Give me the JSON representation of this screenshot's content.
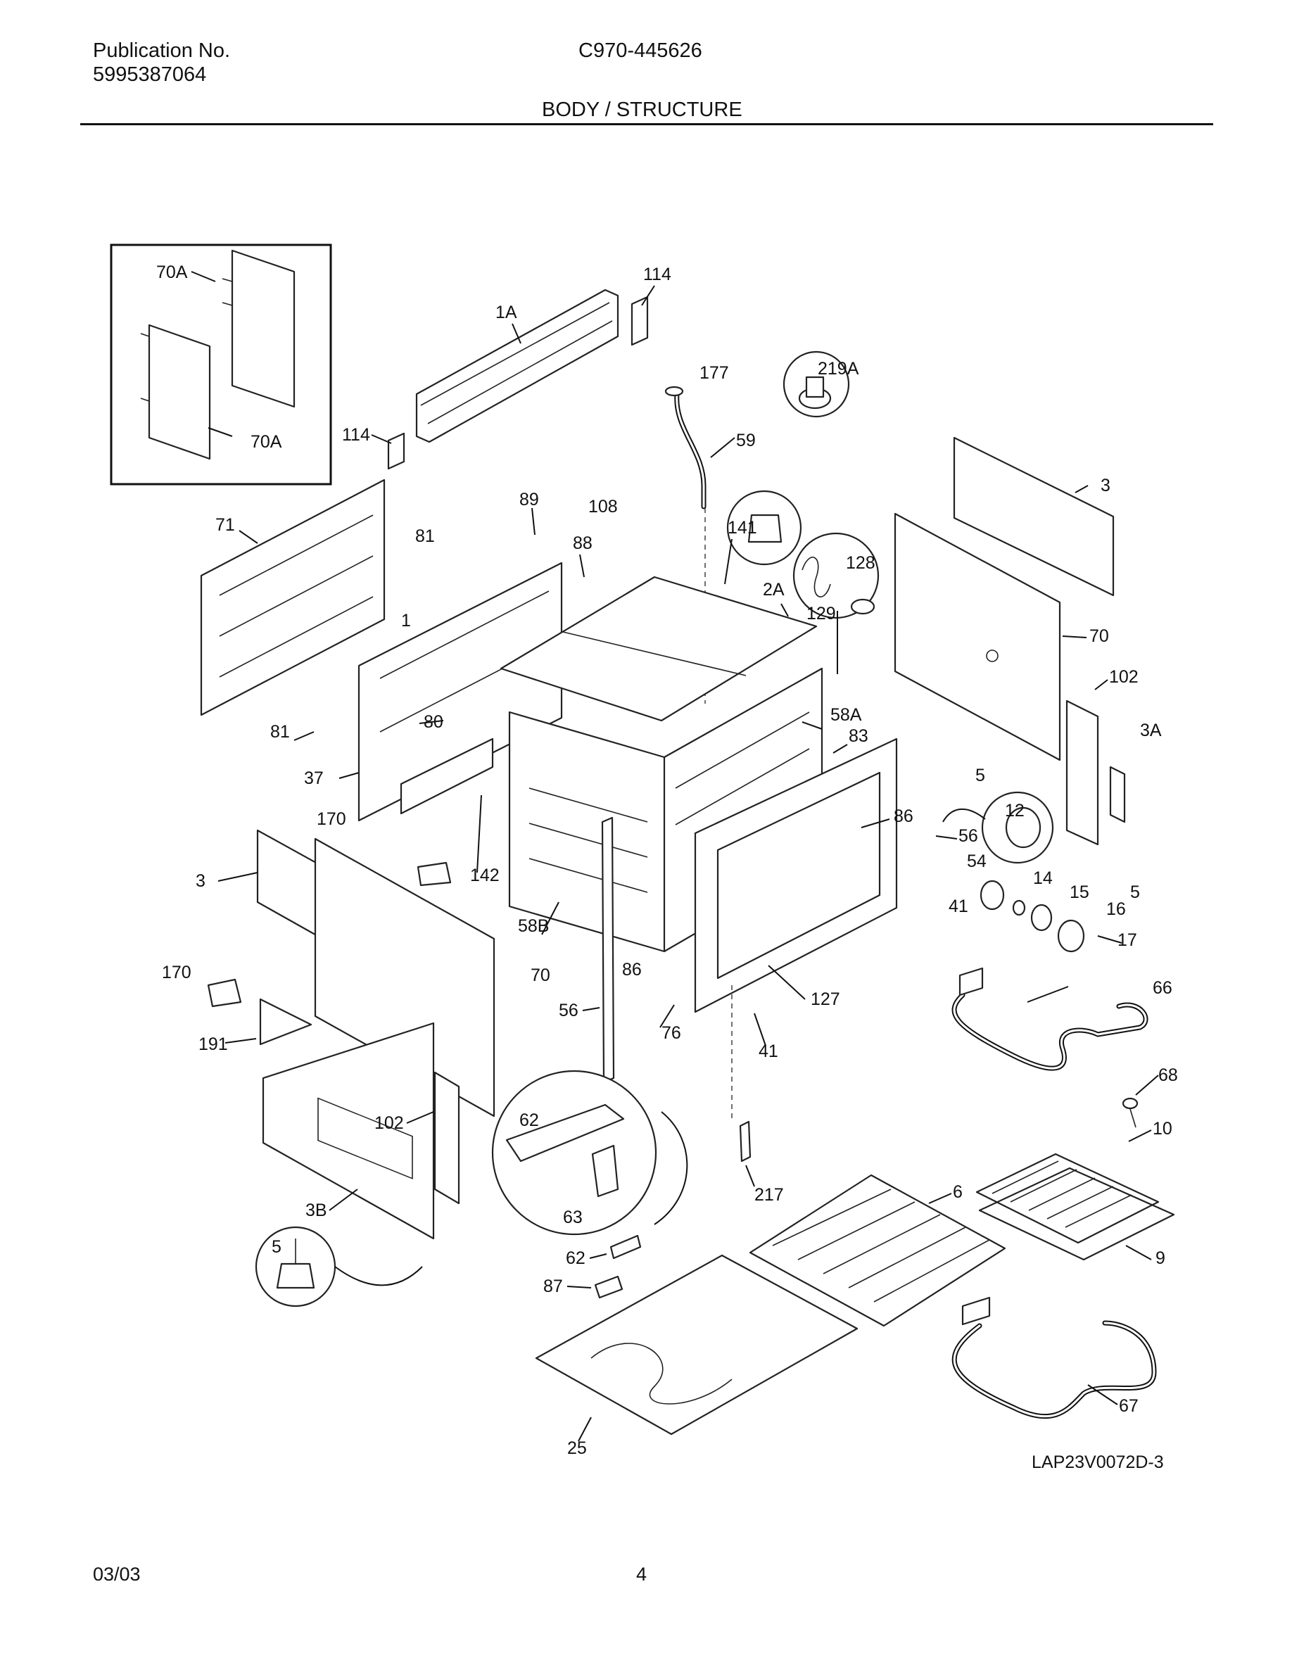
{
  "header": {
    "publication_label": "Publication No.",
    "publication_number": "5995387064",
    "model": "C970-445626",
    "section_title": "BODY / STRUCTURE"
  },
  "callouts": [
    "70A",
    "70A",
    "114",
    "1A",
    "114",
    "177",
    "219A",
    "59",
    "71",
    "89",
    "108",
    "141",
    "88",
    "128",
    "81",
    "129",
    "2A",
    "3",
    "1",
    "70",
    "102",
    "81",
    "80",
    "58A",
    "83",
    "3A",
    "37",
    "5",
    "12",
    "170",
    "86",
    "56",
    "3",
    "142",
    "54",
    "14",
    "15",
    "5",
    "41",
    "16",
    "58B",
    "17",
    "170",
    "86",
    "70",
    "127",
    "56",
    "66",
    "76",
    "191",
    "41",
    "68",
    "62",
    "102",
    "10",
    "63",
    "217",
    "6",
    "3B",
    "5",
    "62",
    "9",
    "87",
    "67",
    "25"
  ],
  "diagram_id": "LAP23V0072D-3",
  "footer": {
    "date": "03/03",
    "page": "4"
  }
}
